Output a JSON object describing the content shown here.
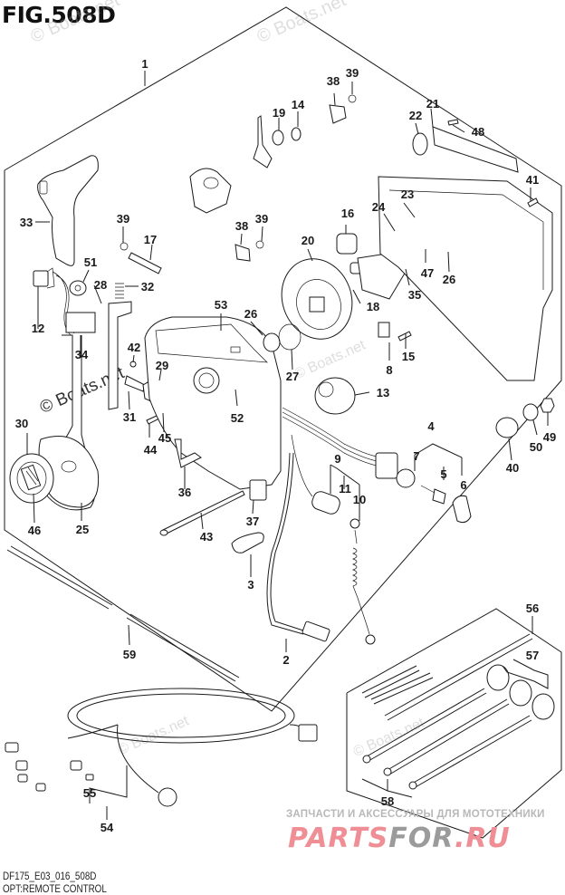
{
  "figure": {
    "title": "FIG.508D",
    "code": "DF175_E03_016_508D",
    "name": "OPT:REMOTE CONTROL"
  },
  "watermarks": {
    "boats": "© Boats.net",
    "ru_tagline": "ЗАПЧАСТИ И АКСЕССУАРЫ ДЛЯ МОТОТЕХНИКИ",
    "ru_logo_red_1": "PARTS",
    "ru_logo_gray": "FOR",
    "ru_logo_red_2": ".RU"
  },
  "callouts": [
    {
      "id": "c1",
      "label": "1"
    },
    {
      "id": "c2",
      "label": "2"
    },
    {
      "id": "c3",
      "label": "3"
    },
    {
      "id": "c4",
      "label": "4"
    },
    {
      "id": "c5",
      "label": "5"
    },
    {
      "id": "c6",
      "label": "6"
    },
    {
      "id": "c7",
      "label": "7"
    },
    {
      "id": "c8",
      "label": "8"
    },
    {
      "id": "c9",
      "label": "9"
    },
    {
      "id": "c10",
      "label": "10"
    },
    {
      "id": "c11",
      "label": "11"
    },
    {
      "id": "c12",
      "label": "12"
    },
    {
      "id": "c13",
      "label": "13"
    },
    {
      "id": "c14",
      "label": "14"
    },
    {
      "id": "c15",
      "label": "15"
    },
    {
      "id": "c16",
      "label": "16"
    },
    {
      "id": "c17",
      "label": "17"
    },
    {
      "id": "c18",
      "label": "18"
    },
    {
      "id": "c19",
      "label": "19"
    },
    {
      "id": "c20",
      "label": "20"
    },
    {
      "id": "c21",
      "label": "21"
    },
    {
      "id": "c22",
      "label": "22"
    },
    {
      "id": "c23",
      "label": "23"
    },
    {
      "id": "c24",
      "label": "24"
    },
    {
      "id": "c25",
      "label": "25"
    },
    {
      "id": "c26a",
      "label": "26"
    },
    {
      "id": "c26b",
      "label": "26"
    },
    {
      "id": "c27",
      "label": "27"
    },
    {
      "id": "c28",
      "label": "28"
    },
    {
      "id": "c29",
      "label": "29"
    },
    {
      "id": "c30",
      "label": "30"
    },
    {
      "id": "c31",
      "label": "31"
    },
    {
      "id": "c32",
      "label": "32"
    },
    {
      "id": "c33",
      "label": "33"
    },
    {
      "id": "c34",
      "label": "34"
    },
    {
      "id": "c35",
      "label": "35"
    },
    {
      "id": "c36",
      "label": "36"
    },
    {
      "id": "c37",
      "label": "37"
    },
    {
      "id": "c38a",
      "label": "38"
    },
    {
      "id": "c38b",
      "label": "38"
    },
    {
      "id": "c39a",
      "label": "39"
    },
    {
      "id": "c39b",
      "label": "39"
    },
    {
      "id": "c39c",
      "label": "39"
    },
    {
      "id": "c40",
      "label": "40"
    },
    {
      "id": "c41",
      "label": "41"
    },
    {
      "id": "c42",
      "label": "42"
    },
    {
      "id": "c43",
      "label": "43"
    },
    {
      "id": "c44",
      "label": "44"
    },
    {
      "id": "c45",
      "label": "45"
    },
    {
      "id": "c46",
      "label": "46"
    },
    {
      "id": "c47",
      "label": "47"
    },
    {
      "id": "c48",
      "label": "48"
    },
    {
      "id": "c49",
      "label": "49"
    },
    {
      "id": "c50",
      "label": "50"
    },
    {
      "id": "c51",
      "label": "51"
    },
    {
      "id": "c52",
      "label": "52"
    },
    {
      "id": "c53",
      "label": "53"
    },
    {
      "id": "c54",
      "label": "54"
    },
    {
      "id": "c55",
      "label": "55"
    },
    {
      "id": "c56",
      "label": "56"
    },
    {
      "id": "c57",
      "label": "57"
    },
    {
      "id": "c58",
      "label": "58"
    },
    {
      "id": "c59",
      "label": "59"
    }
  ]
}
